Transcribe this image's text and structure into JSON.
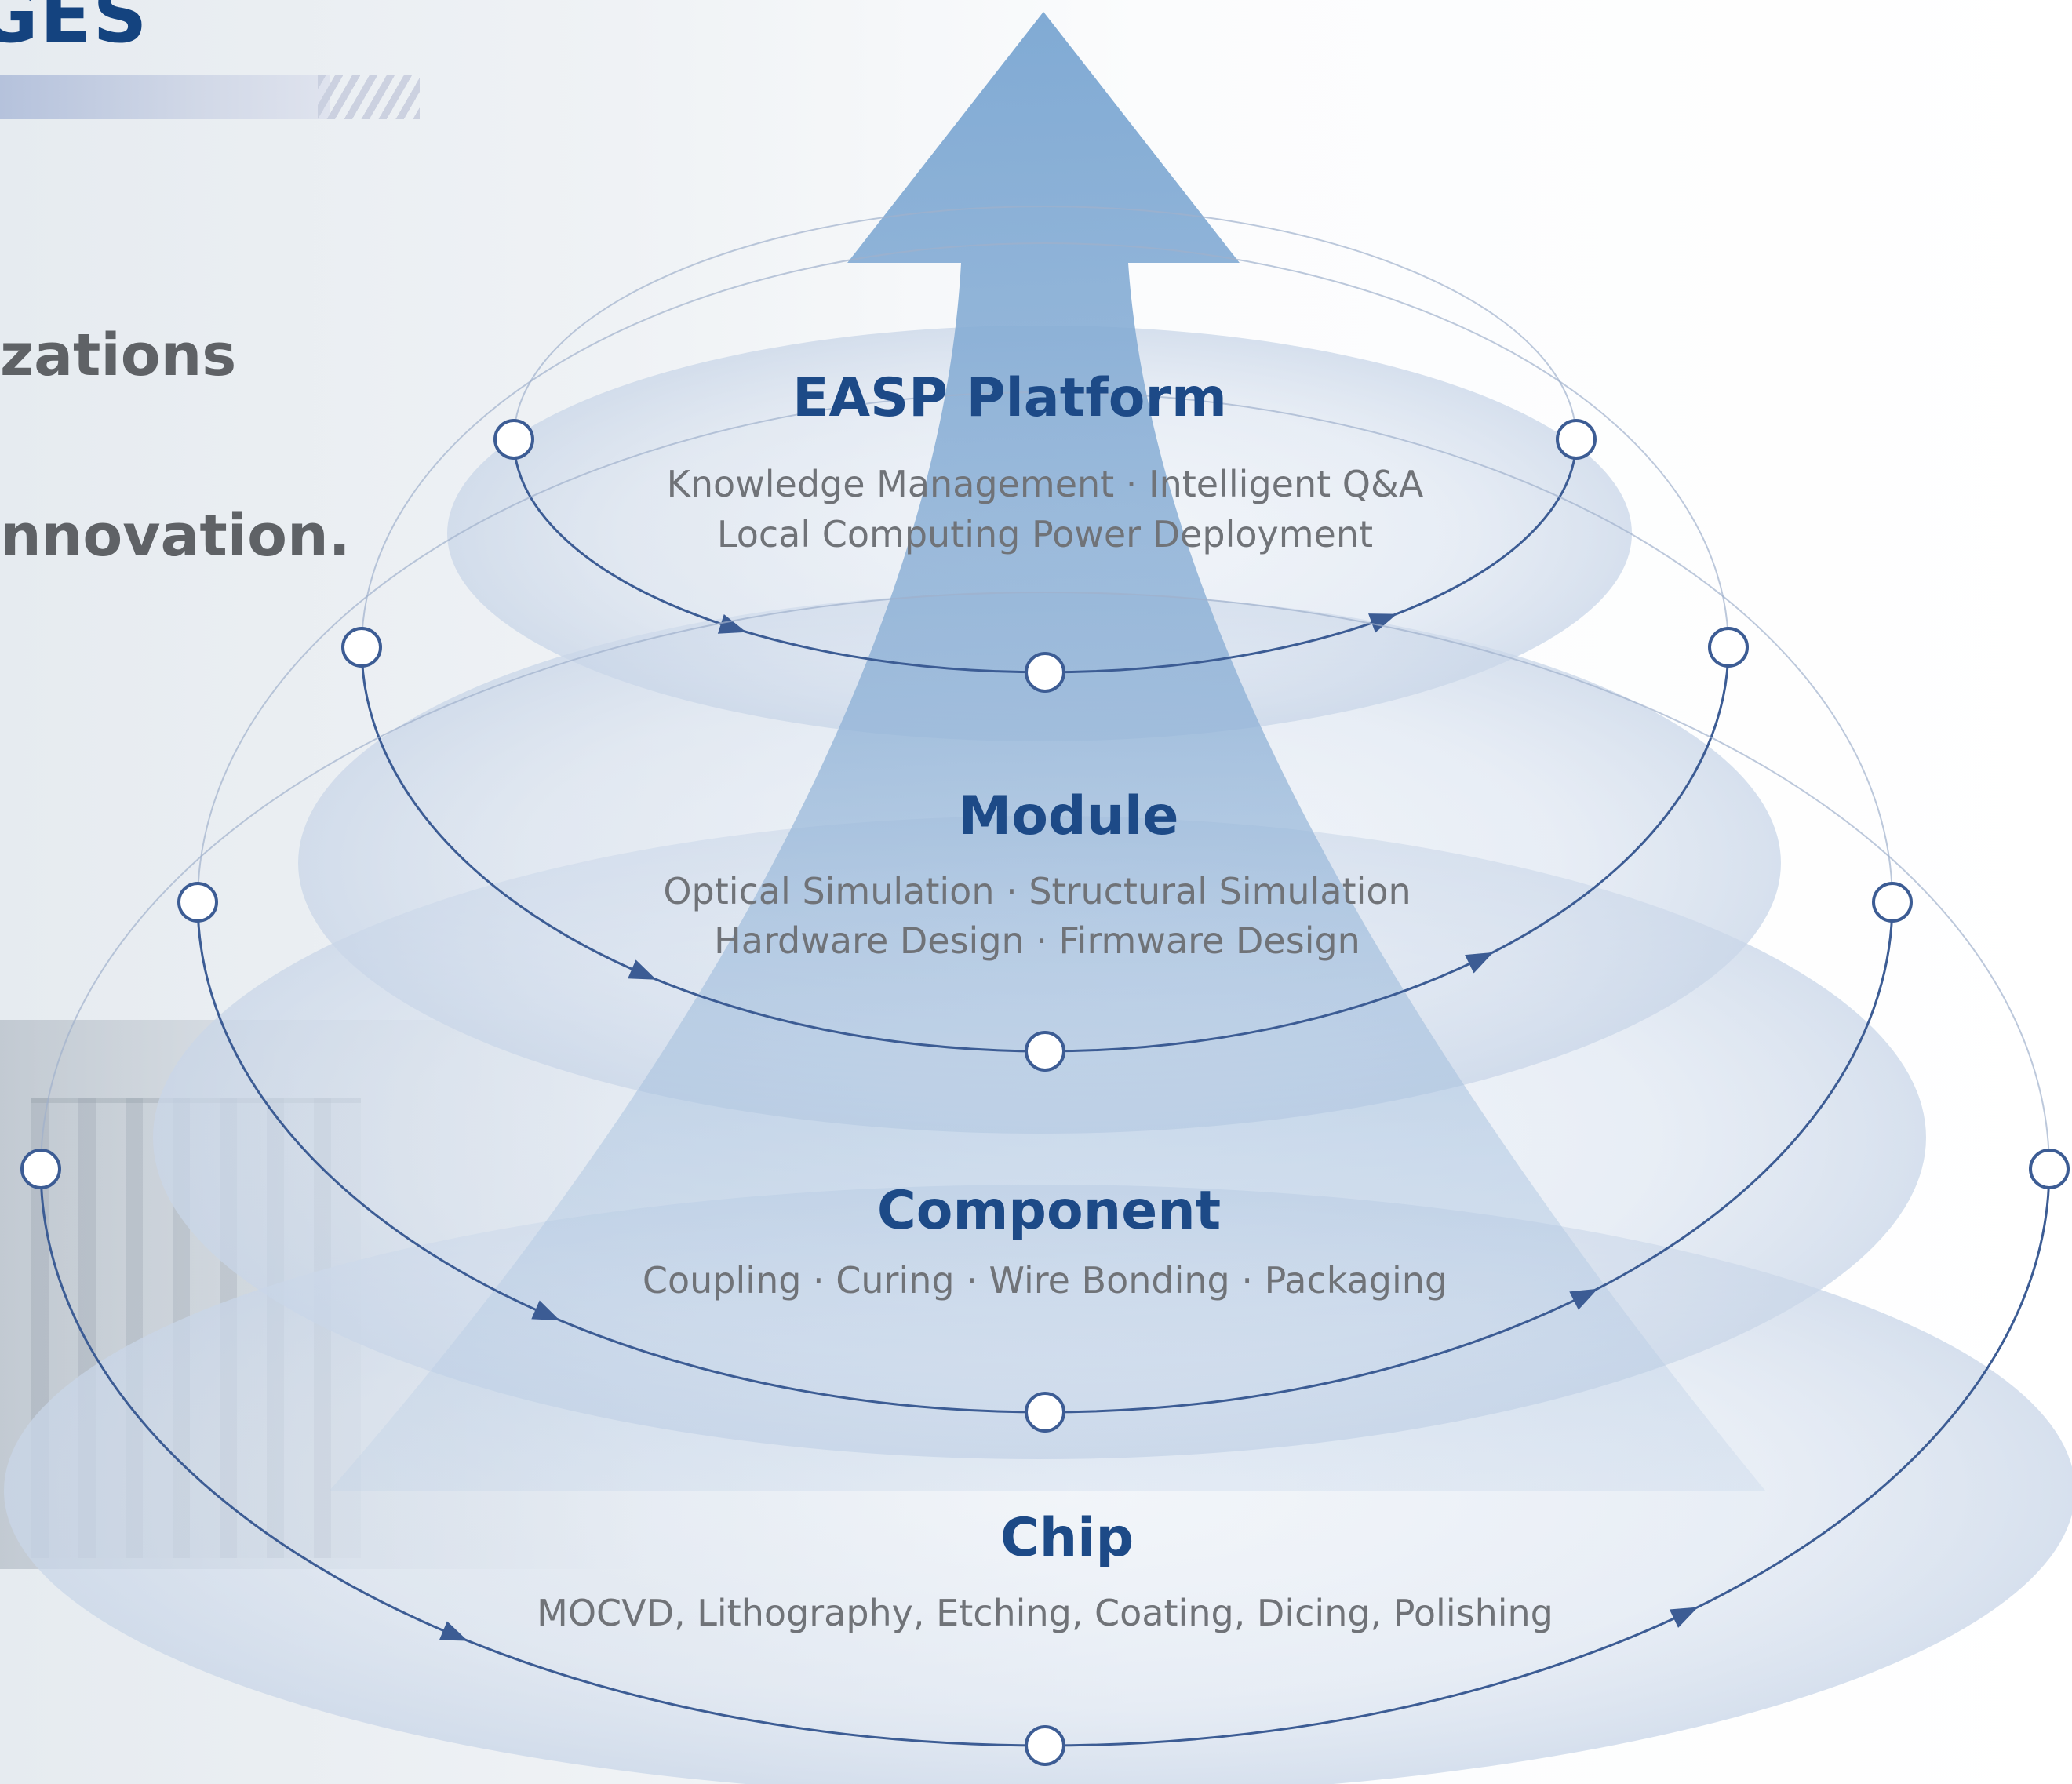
{
  "heading_fragment": "GES",
  "intro": {
    "line_1": "zations",
    "line_2": "nnovation."
  },
  "colors": {
    "title": "#1d4a87",
    "orbit": "#3c5c94",
    "arrow": "#7aa3cf",
    "detail_text": "#707378"
  },
  "levels": [
    {
      "title": "EASP Platform",
      "details": [
        "Knowledge Management · Intelligent Q&A",
        "Local Computing Power Deployment"
      ]
    },
    {
      "title": "Module",
      "details": [
        "Optical Simulation · Structural Simulation",
        "Hardware Design · Firmware Design"
      ]
    },
    {
      "title": "Component",
      "details": [
        "Coupling · Curing · Wire Bonding · Packaging"
      ]
    },
    {
      "title": "Chip",
      "details": [
        "MOCVD, Lithography, Etching, Coating, Dicing, Polishing"
      ]
    }
  ]
}
